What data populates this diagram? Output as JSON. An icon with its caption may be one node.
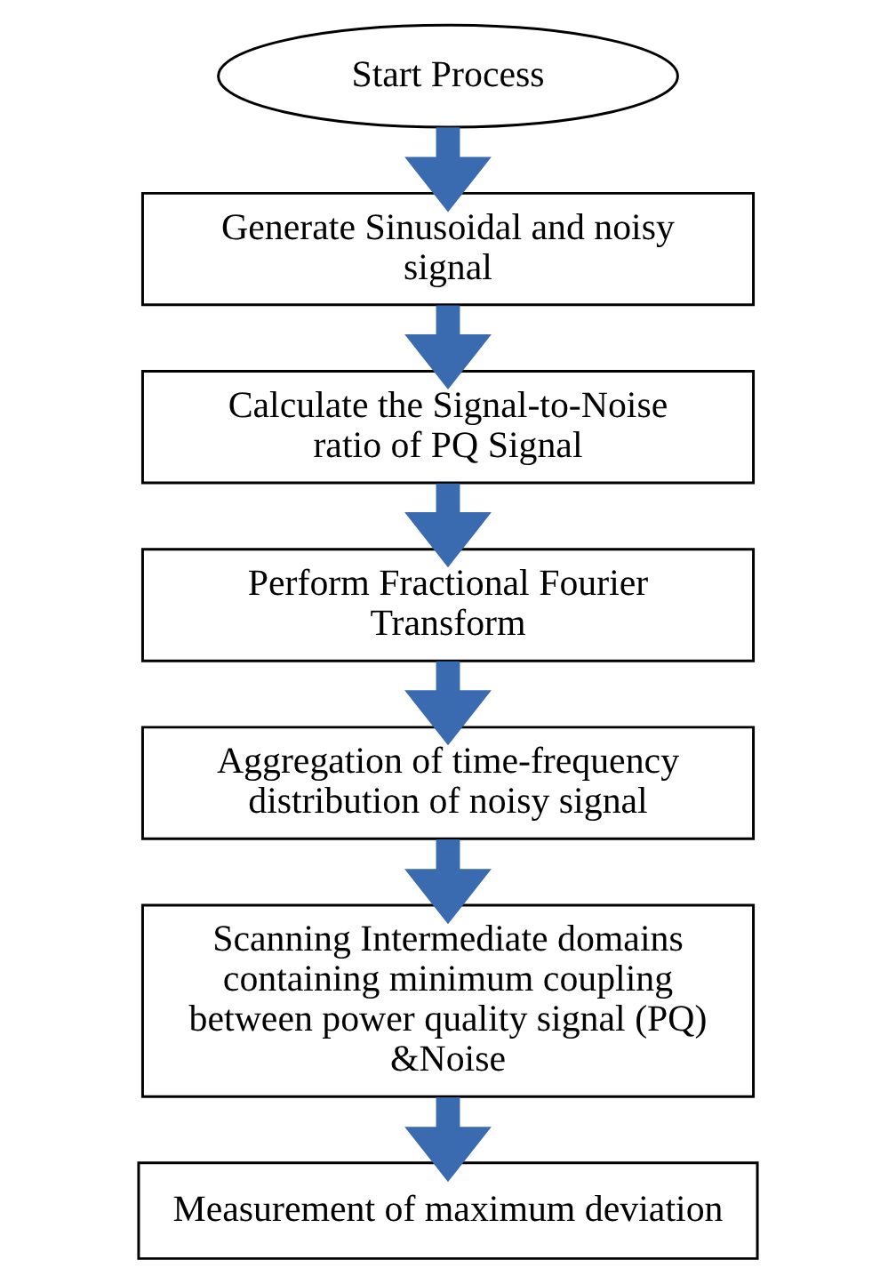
{
  "diagram": {
    "nodes": [
      {
        "text": [
          "Start Process"
        ]
      },
      {
        "text": [
          "Generate Sinusoidal and noisy signal"
        ]
      },
      {
        "text": [
          "Calculate the Signal-to-Noise ratio of PQ Signal"
        ]
      },
      {
        "text": [
          "Perform Fractional Fourier Transform"
        ]
      },
      {
        "text": [
          "Aggregation of time-frequency distribution of noisy signal"
        ]
      },
      {
        "text": [
          "Scanning Intermediate domains containing minimum coupling between power quality signal (PQ) &Noise"
        ]
      },
      {
        "text": [
          "Measurement of maximum deviation"
        ]
      }
    ],
    "edges": [
      {
        "from": 0,
        "to": 1,
        "arrow": "to"
      },
      {
        "from": 1,
        "to": 2,
        "arrow": "to"
      },
      {
        "from": 2,
        "to": 3,
        "arrow": "to"
      },
      {
        "from": 3,
        "to": 4,
        "arrow": "to"
      },
      {
        "from": 4,
        "to": 5,
        "arrow": "to"
      },
      {
        "from": 5,
        "to": 6,
        "arrow": "to"
      }
    ]
  }
}
